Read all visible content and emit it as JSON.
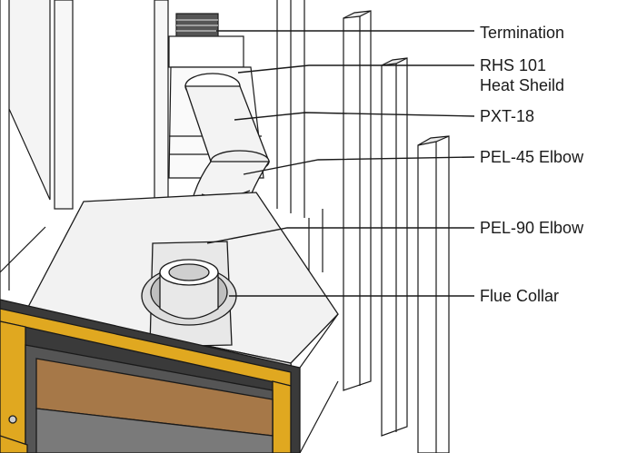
{
  "labels": {
    "termination": "Termination",
    "rhs_line1": "RHS 101",
    "rhs_line2": "Heat Sheild",
    "pxt": "PXT-18",
    "pel45": "PEL-45 Elbow",
    "pel90": "PEL-90 Elbow",
    "flue_collar": "Flue Collar"
  },
  "colors": {
    "line": "#1a1a1a",
    "frame_trim": "#e0a820",
    "firebox_dark": "#3a3a3a",
    "logs": "#a67848",
    "surface": "#f2f2f2"
  }
}
